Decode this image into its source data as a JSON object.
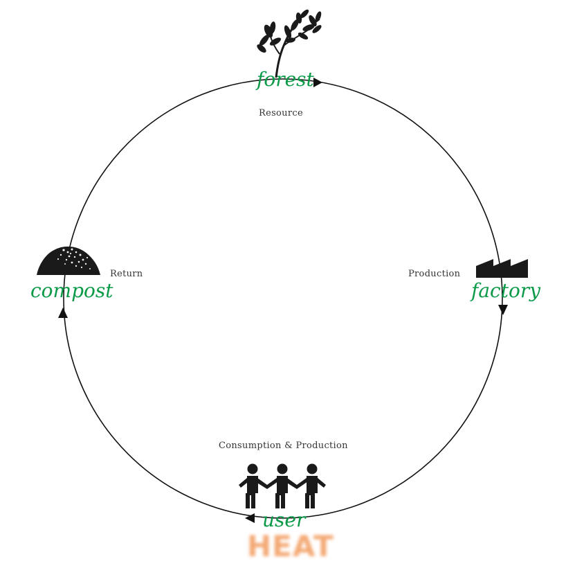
{
  "diagram": {
    "nodes": {
      "forest": {
        "label": "forest",
        "icon": "bamboo-plant-icon"
      },
      "factory": {
        "label": "factory",
        "icon": "factory-icon"
      },
      "user": {
        "label": "user",
        "icon": "people-holding-hands-icon"
      },
      "compost": {
        "label": "compost",
        "icon": "compost-mound-icon"
      }
    },
    "edges": {
      "resource": "Resource",
      "production": "Production",
      "consumption": "Consumption & Production",
      "return": "Return"
    },
    "overlay": {
      "heat": "HEAT"
    },
    "colors": {
      "node_label": "#0a9a48",
      "edge_label": "#333333",
      "cycle_line": "#111111",
      "icon": "#1a1a1a",
      "heat": "#f29a5c"
    }
  }
}
